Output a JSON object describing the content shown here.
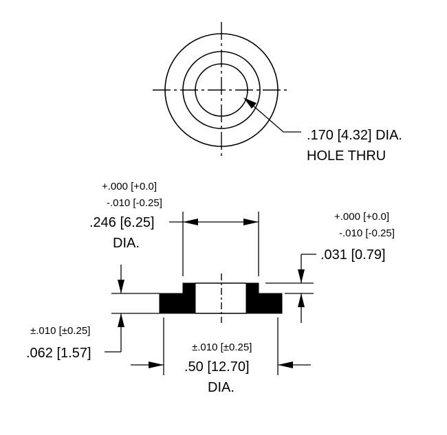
{
  "hole_callout": {
    "line1": ".170 [4.32] DIA.",
    "line2": "HOLE THRU"
  },
  "boss_diameter": {
    "tol_plus": "+.000 [+0.0]",
    "tol_minus": "-.010 [-0.25]",
    "value": ".246 [6.25]",
    "unit": "DIA."
  },
  "boss_height": {
    "tol_plus": "+.000 [+0.0]",
    "tol_minus": "-.010 [-0.25]",
    "value": ".031 [0.79]"
  },
  "flange_thickness": {
    "tol": "±.010 [±0.25]",
    "value": ".062 [1.57]"
  },
  "outer_diameter": {
    "tol": "±.010 [±0.25]",
    "value": ".50 [12.70]",
    "unit": "DIA."
  }
}
